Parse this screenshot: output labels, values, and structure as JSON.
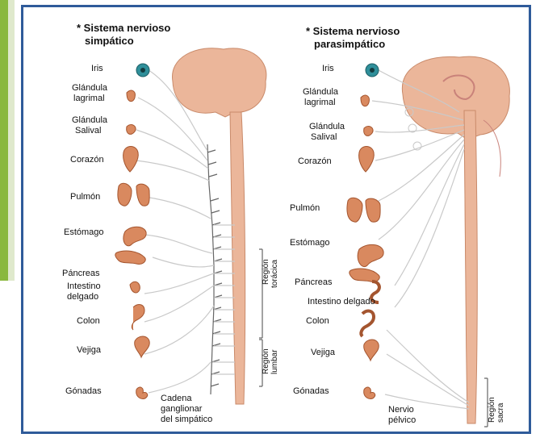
{
  "colors": {
    "frame": "#2f5b9a",
    "green_bar": "#8ab83e",
    "organ": "#d9895f",
    "brain": "#ebb69a",
    "nerve": "#c9c9c9"
  },
  "sympathetic": {
    "title_line1": "* Sistema nervioso",
    "title_line2": "simpático",
    "organs": {
      "iris": "Iris",
      "lacrimal_line1": "Glándula",
      "lacrimal_line2": "lagrimal",
      "salivary_line1": "Glándula",
      "salivary_line2": "Salival",
      "heart": "Corazón",
      "lung": "Pulmón",
      "stomach": "Estómago",
      "pancreas": "Páncreas",
      "small_int_line1": "Intestino",
      "small_int_line2": "delgado",
      "colon": "Colon",
      "bladder": "Vejiga",
      "gonads": "Gónadas"
    },
    "region_thoracic_line1": "Región",
    "region_thoracic_line2": "torácica",
    "region_lumbar_line1": "Región",
    "region_lumbar_line2": "lumbar",
    "chain_line1": "Cadena",
    "chain_line2": "ganglionar",
    "chain_line3": "del simpático"
  },
  "parasympathetic": {
    "title_line1": "* Sistema nervioso",
    "title_line2": "parasimpático",
    "organs": {
      "iris": "Iris",
      "lacrimal_line1": "Glándula",
      "lacrimal_line2": "lagrimal",
      "salivary_line1": "Glándula",
      "salivary_line2": "Salival",
      "heart": "Corazón",
      "lung": "Pulmón",
      "stomach": "Estómago",
      "pancreas": "Páncreas",
      "small_int": "Intestino delgado",
      "colon": "Colon",
      "bladder": "Vejiga",
      "gonads": "Gónadas"
    },
    "pelvic_line1": "Nervio",
    "pelvic_line2": "pélvico",
    "region_sacral_line1": "Región",
    "region_sacral_line2": "sacra"
  }
}
